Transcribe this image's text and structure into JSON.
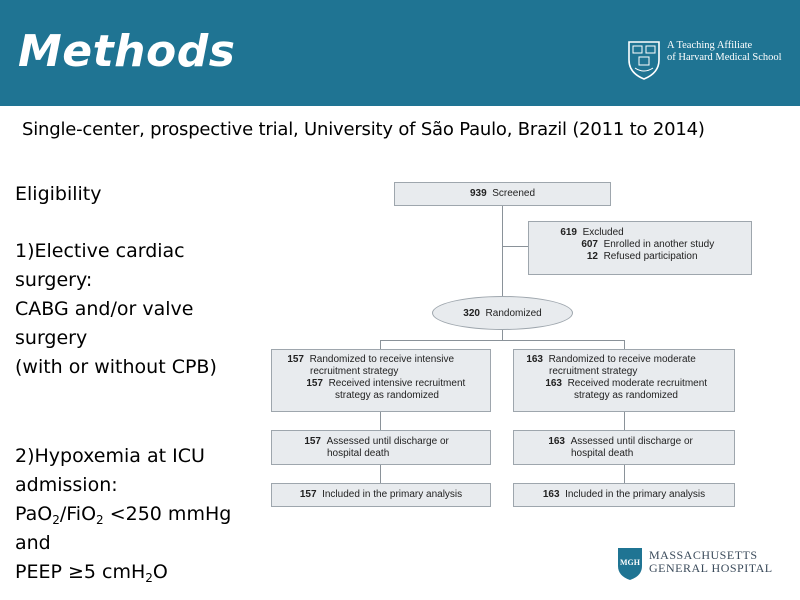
{
  "slide": {
    "title": "Methods",
    "subtitle": "Single-center, prospective trial, University of São Paulo, Brazil (2011 to 2014)",
    "affiliation": {
      "line1": "A Teaching Affiliate",
      "line2": "of Harvard Medical School"
    },
    "footer_logo": {
      "line1": "MASSACHUSETTS",
      "line2": "GENERAL HOSPITAL",
      "seal": "MGH"
    }
  },
  "eligibility": {
    "heading": "Eligibility",
    "criterion1_l1": "1)Elective cardiac",
    "criterion1_l2": "surgery:",
    "criterion1_l3": "CABG and/or valve",
    "criterion1_l4": "surgery",
    "criterion1_l5": "(with or without CPB)",
    "criterion2_l1": "2)Hypoxemia at ICU",
    "criterion2_l2": "admission:",
    "pao2": "PaO",
    "pao2_sub": "2",
    "fio2": "/FiO",
    "fio2_sub": "2",
    "pao2_fio2_tail": " <250 mmHg",
    "and": "and",
    "peep": "PEEP ≥5 cmH",
    "peep_sub": "2",
    "peep_tail": "O"
  },
  "flowchart": {
    "screened": {
      "n": "939",
      "label": "Screened"
    },
    "excluded": {
      "n": "619",
      "label": "Excluded",
      "reasons": [
        {
          "n": "607",
          "label": "Enrolled in another study"
        },
        {
          "n": "12",
          "label": "Refused participation"
        }
      ]
    },
    "randomized": {
      "n": "320",
      "label": "Randomized"
    },
    "arms": [
      {
        "alloc_n": "157",
        "alloc_l1": "Randomized to receive intensive",
        "alloc_l2": "recruitment strategy",
        "recv_n": "157",
        "recv_l1": "Received intensive recruitment",
        "recv_l2": "strategy as randomized",
        "assess_n": "157",
        "assess_l1": "Assessed until discharge or",
        "assess_l2": "hospital death",
        "anal_n": "157",
        "anal_label": "Included in the primary analysis"
      },
      {
        "alloc_n": "163",
        "alloc_l1": "Randomized to receive moderate",
        "alloc_l2": "recruitment strategy",
        "recv_n": "163",
        "recv_l1": "Received moderate recruitment",
        "recv_l2": "strategy as randomized",
        "assess_n": "163",
        "assess_l1": "Assessed until discharge or",
        "assess_l2": "hospital death",
        "anal_n": "163",
        "anal_label": "Included in the primary analysis"
      }
    ]
  }
}
